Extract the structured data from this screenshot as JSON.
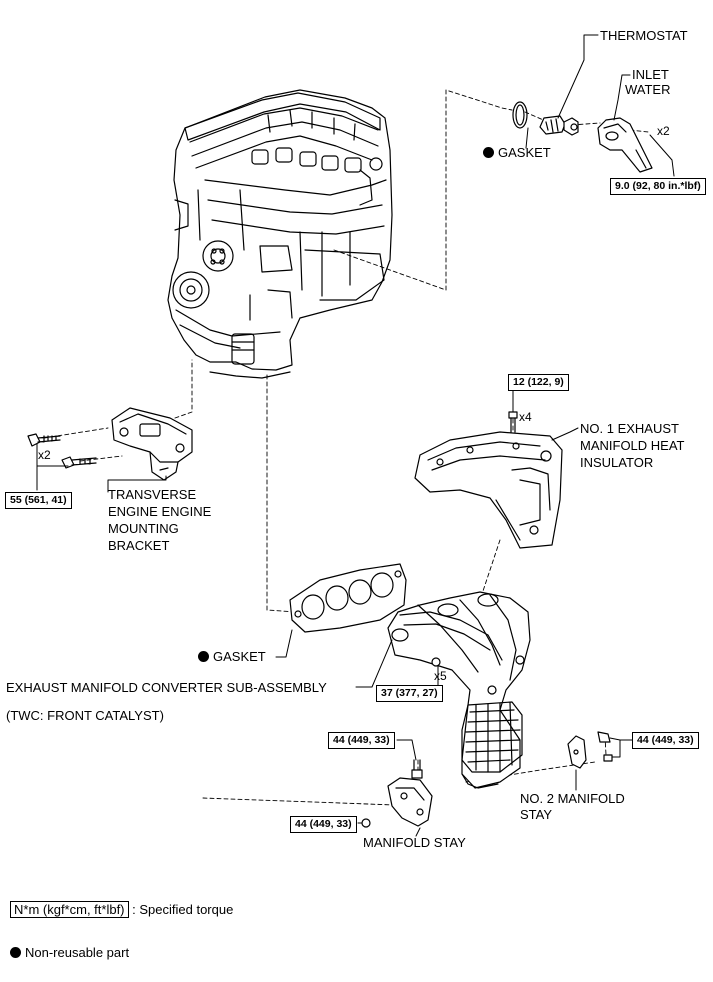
{
  "labels": {
    "thermostat": "THERMOSTAT",
    "inlet_water_1": "INLET",
    "inlet_water_2": "WATER",
    "gasket_top": "GASKET",
    "heat_insulator_1": "NO. 1 EXHAUST",
    "heat_insulator_2": "MANIFOLD HEAT",
    "heat_insulator_3": "INSULATOR",
    "bracket_1": "TRANSVERSE",
    "bracket_2": "ENGINE ENGINE",
    "bracket_3": "MOUNTING",
    "bracket_4": "BRACKET",
    "gasket_mid": "GASKET",
    "exhaust_manifold": "EXHAUST MANIFOLD CONVERTER SUB-ASSEMBLY",
    "twc": "(TWC: FRONT CATALYST)",
    "no2_stay_1": "NO. 2 MANIFOLD",
    "no2_stay_2": "STAY",
    "manifold_stay": "MANIFOLD STAY"
  },
  "torques": {
    "inlet": "9.0 (92, 80 in.*lbf)",
    "heat_insulator": "12 (122, 9)",
    "bracket": "55 (561, 41)",
    "manifold": "37 (377, 27)",
    "stay_top": "44 (449, 33)",
    "stay_bottom": "44 (449, 33)",
    "no2_stay": "44 (449, 33)"
  },
  "multipliers": {
    "inlet": "x2",
    "heat_insulator": "x4",
    "bracket": "x2",
    "manifold": "x5"
  },
  "legend": {
    "torque_format": "N*m (kgf*cm, ft*lbf)",
    "torque_desc": ": Specified torque",
    "non_reusable": "Non-reusable part"
  }
}
